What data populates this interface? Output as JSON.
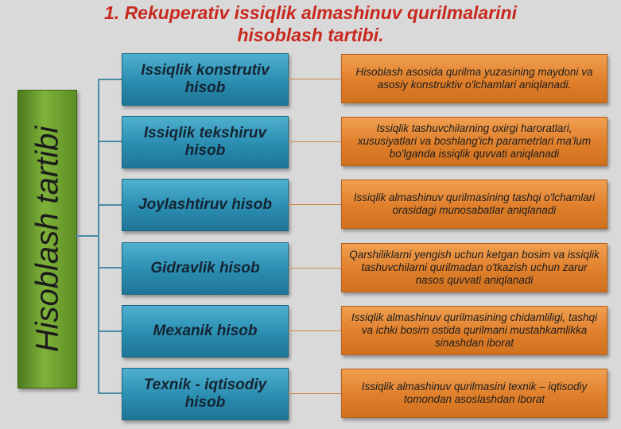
{
  "title": {
    "line1": "1. Rekuperativ issiqlik almashinuv qurilmalarini",
    "line2": "hisoblash tartibi."
  },
  "root": {
    "label": "Hisoblash tartibi"
  },
  "steps": [
    {
      "label": "Issiqlik konstrutiv hisob",
      "description": "Hisoblash asosida qurilma yuzasining maydoni va asosiy konstruktiv o'lchamlari aniqlanadi."
    },
    {
      "label": "Issiqlik tekshiruv hisob",
      "description": "Issiqlik tashuvchilarning oxirgi haroratlari, xususiyatlari va boshlang'ich parametrlari ma'lum bo'lganda issiqlik quvvati aniqlanadi"
    },
    {
      "label": "Joylashtiruv hisob",
      "description": "Issiqlik almashinuv qurilmasining tashqi o'lchamlari orasidagi munosabatlar aniqlanadi"
    },
    {
      "label": "Gidravlik hisob",
      "description": "Qarshiliklarni yengish uchun ketgan bosim va issiqlik tashuvchilarni qurilmadan o'tkazish uchun zarur nasos quvvati aniqlanadi"
    },
    {
      "label": "Mexanik hisob",
      "description": "Issiqlik almashinuv qurilmasining chidamliligi, tashqi va ichki bosim ostida qurilmani mustahkamlikka sinashdan iborat"
    },
    {
      "label": "Texnik - iqtisodiy hisob",
      "description": "Issiqlik almashinuv qurilmasini texnik – iqtisodiy tomondan asoslashdan iborat"
    }
  ]
}
